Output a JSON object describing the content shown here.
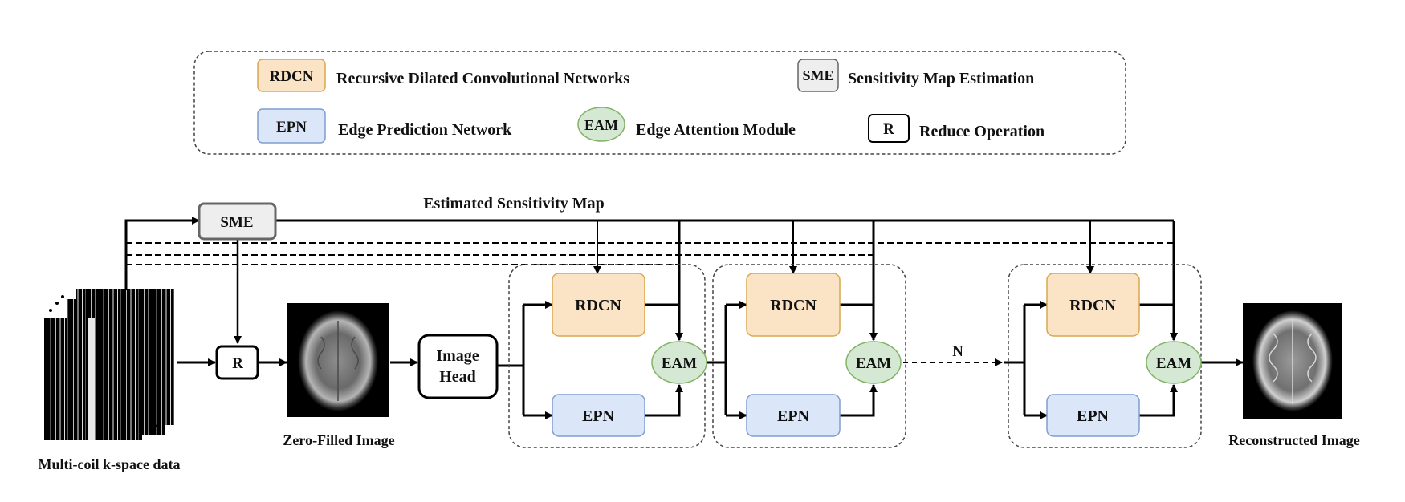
{
  "legend": {
    "rdcn_abbr": "RDCN",
    "rdcn_desc": "Recursive Dilated Convolutional Networks",
    "sme_abbr": "SME",
    "sme_desc": "Sensitivity Map Estimation",
    "epn_abbr": "EPN",
    "epn_desc": "Edge Prediction Network",
    "eam_abbr": "EAM",
    "eam_desc": "Edge Attention Module",
    "r_abbr": "R",
    "r_desc": "Reduce Operation"
  },
  "diagram": {
    "sme": "SME",
    "estimated_map": "Estimated Sensitivity Map",
    "reduce": "R",
    "zero_filled_label": "Zero-Filled Image",
    "kspace_label": "Multi-coil k-space data",
    "image_head_line1": "Image",
    "image_head_line2": "Head",
    "rdcn": "RDCN",
    "epn": "EPN",
    "eam": "EAM",
    "n_label": "N",
    "reconstructed_label": "Reconstructed Image"
  },
  "colors": {
    "rdcn_fill": "#fbe3c5",
    "rdcn_stroke": "#d9a74e",
    "epn_fill": "#dbe7f8",
    "epn_stroke": "#7f9ecf",
    "eam_fill": "#d5e8d4",
    "eam_stroke": "#82b366",
    "sme_fill": "#eeeeee",
    "sme_stroke": "#666666"
  }
}
